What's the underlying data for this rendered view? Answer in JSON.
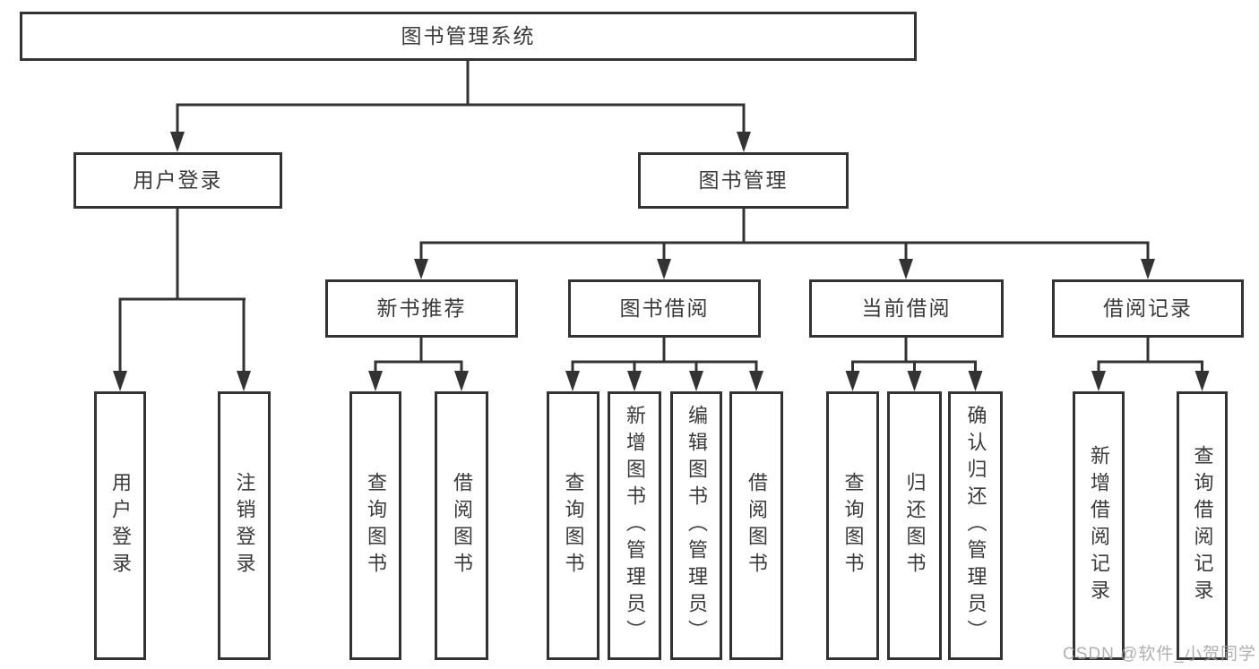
{
  "nodes": {
    "root": "图书管理系统",
    "user_login": "用户登录",
    "book_mgmt": "图书管理",
    "new_rec": "新书推荐",
    "borrow": "图书借阅",
    "current": "当前借阅",
    "records": "借阅记录",
    "leaf_ul_login": "用户登录",
    "leaf_ul_logout": "注销登录",
    "leaf_nr_query": "查询图书",
    "leaf_nr_borrow": "借阅图书",
    "leaf_bb_query": "查询图书",
    "leaf_bb_add": "新增图书（管理员）",
    "leaf_bb_edit": "编辑图书（管理员）",
    "leaf_bb_borrow": "借阅图书",
    "leaf_cb_query": "查询图书",
    "leaf_cb_return": "归还图书",
    "leaf_cb_confirm": "确认归还（管理员）",
    "leaf_br_add": "新增借阅记录",
    "leaf_br_query": "查询借阅记录"
  },
  "tree": {
    "label": "图书管理系统",
    "children": [
      {
        "label": "用户登录",
        "children": [
          {
            "label": "用户登录"
          },
          {
            "label": "注销登录"
          }
        ]
      },
      {
        "label": "图书管理",
        "children": [
          {
            "label": "新书推荐",
            "children": [
              {
                "label": "查询图书"
              },
              {
                "label": "借阅图书"
              }
            ]
          },
          {
            "label": "图书借阅",
            "children": [
              {
                "label": "查询图书"
              },
              {
                "label": "新增图书（管理员）"
              },
              {
                "label": "编辑图书（管理员）"
              },
              {
                "label": "借阅图书"
              }
            ]
          },
          {
            "label": "当前借阅",
            "children": [
              {
                "label": "查询图书"
              },
              {
                "label": "归还图书"
              },
              {
                "label": "确认归还（管理员）"
              }
            ]
          },
          {
            "label": "借阅记录",
            "children": [
              {
                "label": "新增借阅记录"
              },
              {
                "label": "查询借阅记录"
              }
            ]
          }
        ]
      }
    ]
  },
  "watermark": "CSDN @软件_小贺同学",
  "colors": {
    "background": "#ffffff",
    "box_border": "#333333",
    "connector": "#333333",
    "text": "#3a3a3a",
    "watermark": "#a3a3a3"
  }
}
